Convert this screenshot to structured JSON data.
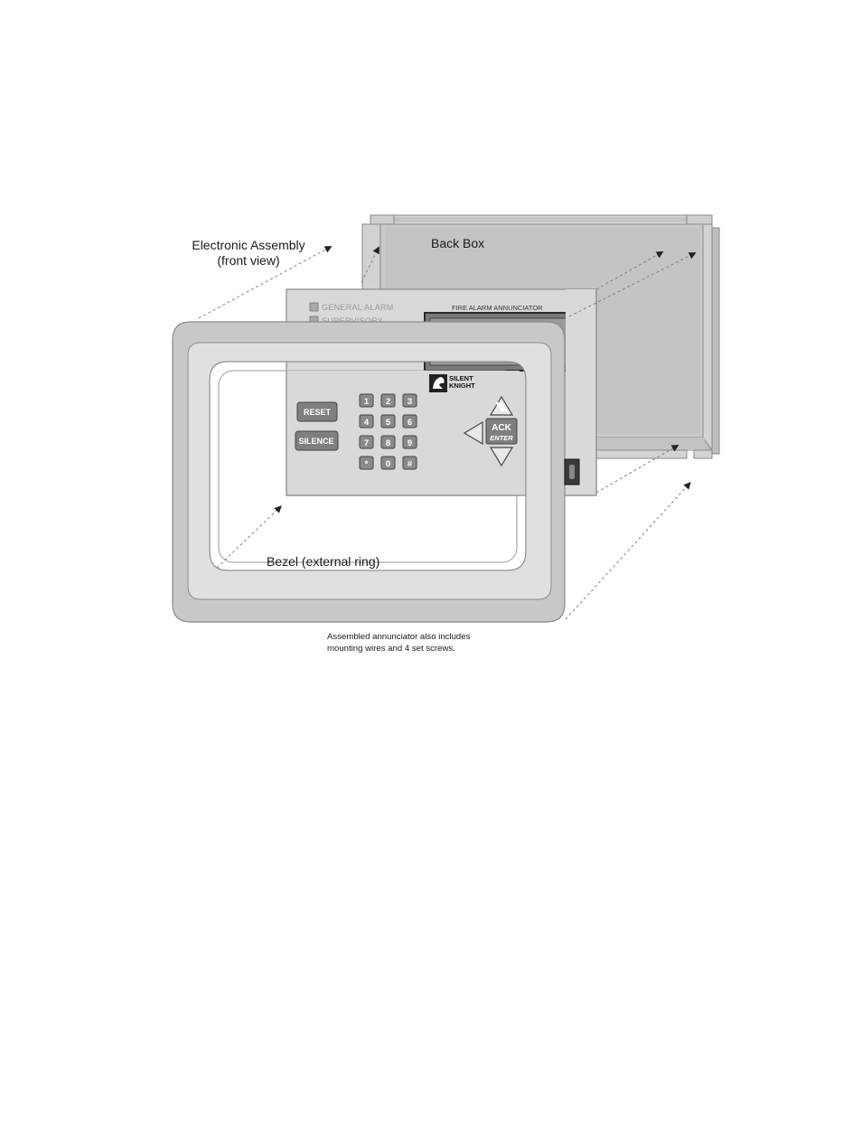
{
  "labels": {
    "electronic_assembly_line1": "Electronic Assembly",
    "electronic_assembly_line2": "(front view)",
    "back_box": "Back Box",
    "bezel": "Bezel (external ring)"
  },
  "panel": {
    "leds": [
      "GENERAL ALARM",
      "SUPERVISORY"
    ],
    "display_title": "FIRE ALARM ANNUNCIATOR",
    "brand_line1": "SILENT",
    "brand_line2": "KNIGHT",
    "buttons": {
      "reset": "RESET",
      "silence": "SILENCE"
    },
    "keypad": [
      "1",
      "2",
      "3",
      "4",
      "5",
      "6",
      "7",
      "8",
      "9",
      "*",
      "0",
      "#"
    ],
    "nav": {
      "ack": "ACK",
      "enter": "ENTER"
    }
  },
  "note": {
    "line1": "Assembled annunciator also includes",
    "line2": "mounting wires and 4 set screws."
  },
  "colors": {
    "box_fill": "#c9c9c9",
    "box_dark": "#a9a9a9",
    "panel_fill": "#d9d9d9",
    "bezel_outer": "#c8c8c8",
    "bezel_inner": "#e0e0e0",
    "button_fill": "#7f7f7f",
    "key_fill": "#8a8a8a",
    "outline": "#888888",
    "text_dark": "#1a1a1a"
  }
}
